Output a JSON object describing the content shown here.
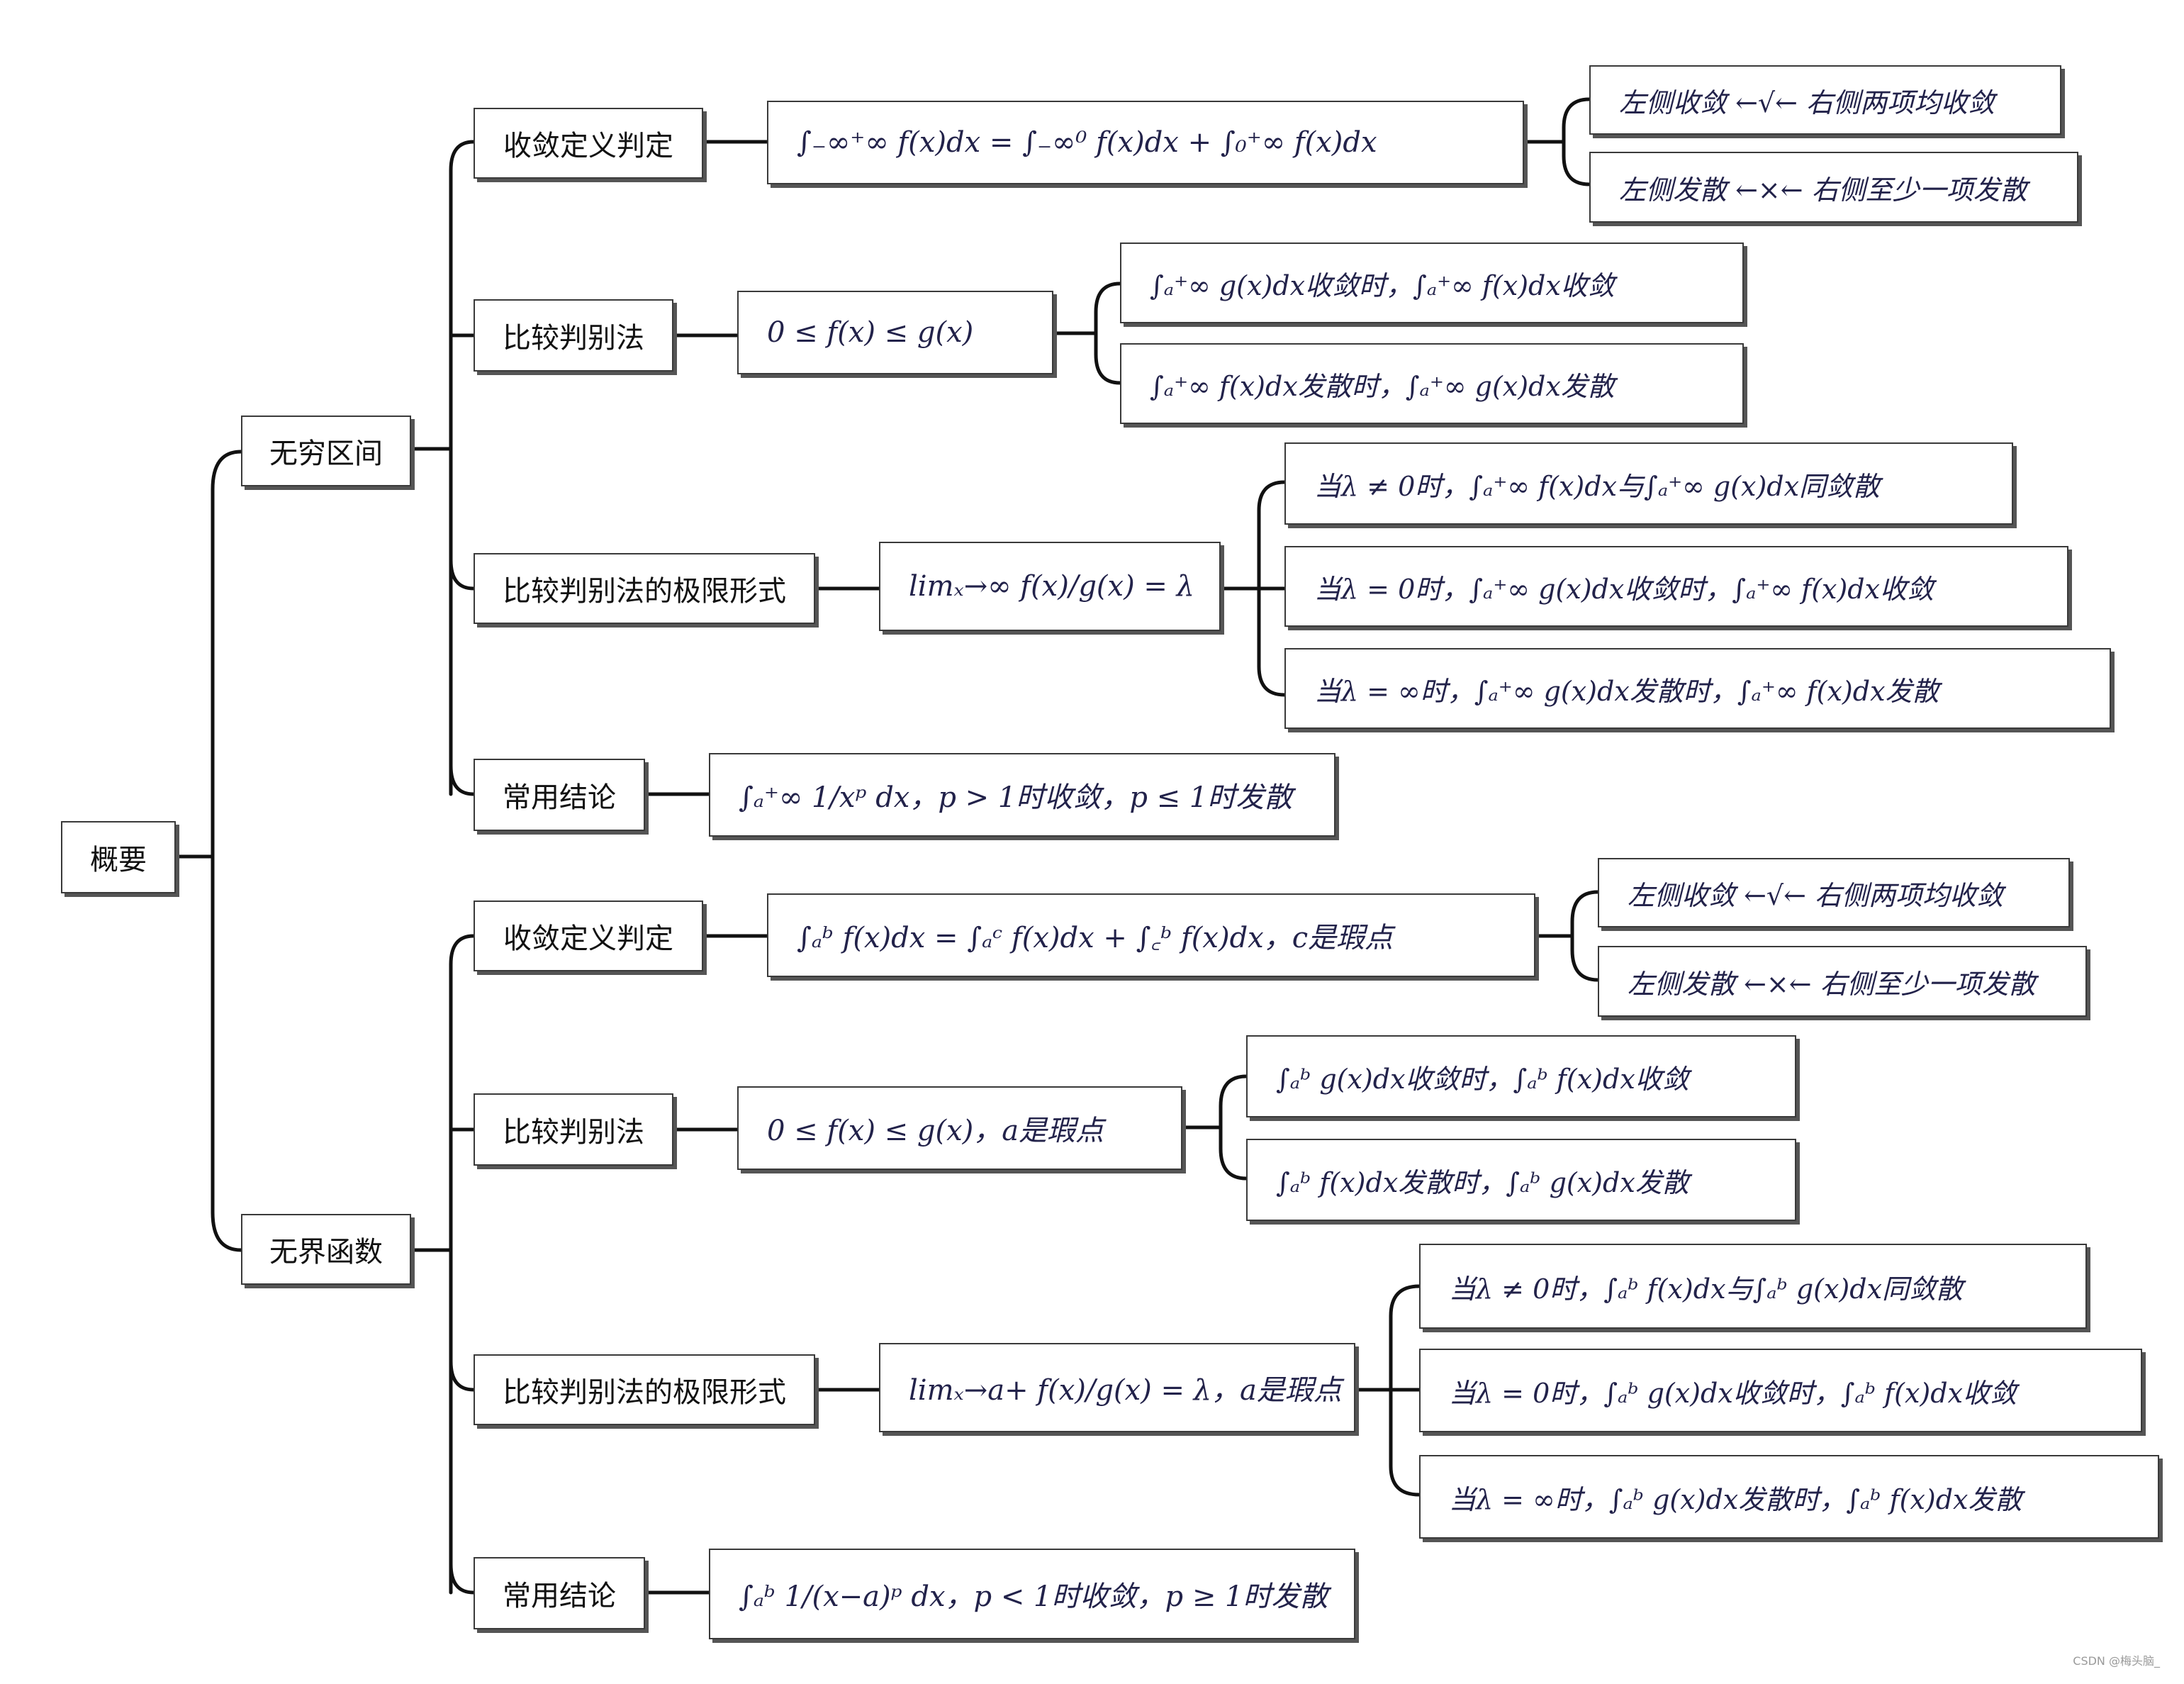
{
  "root": "概要",
  "branches": [
    {
      "label": "无穷区间",
      "items": [
        {
          "label": "收敛定义判定",
          "formula": "∫₋∞⁺∞ f(x)dx = ∫₋∞⁰ f(x)dx + ∫₀⁺∞ f(x)dx",
          "results": [
            "左侧收敛 ←√← 右侧两项均收敛",
            "左侧发散 ←×← 右侧至少一项发散"
          ]
        },
        {
          "label": "比较判别法",
          "formula": "0 ≤ f(x) ≤ g(x)",
          "results": [
            "∫ₐ⁺∞ g(x)dx收敛时，∫ₐ⁺∞ f(x)dx收敛",
            "∫ₐ⁺∞ f(x)dx发散时，∫ₐ⁺∞ g(x)dx发散"
          ]
        },
        {
          "label": "比较判别法的极限形式",
          "formula": "limₓ→∞ f(x)/g(x) = λ",
          "results": [
            "当λ ≠ 0时，∫ₐ⁺∞ f(x)dx与∫ₐ⁺∞ g(x)dx同敛散",
            "当λ = 0时，∫ₐ⁺∞ g(x)dx收敛时，∫ₐ⁺∞ f(x)dx收敛",
            "当λ = ∞时，∫ₐ⁺∞ g(x)dx发散时，∫ₐ⁺∞ f(x)dx发散"
          ]
        },
        {
          "label": "常用结论",
          "formula": "∫ₐ⁺∞ 1/xᵖ dx，p > 1时收敛，p ≤ 1时发散",
          "results": []
        }
      ]
    },
    {
      "label": "无界函数",
      "items": [
        {
          "label": "收敛定义判定",
          "formula": "∫ₐᵇ f(x)dx = ∫ₐᶜ f(x)dx + ∫꜀ᵇ f(x)dx，c是瑕点",
          "results": [
            "左侧收敛 ←√← 右侧两项均收敛",
            "左侧发散 ←×← 右侧至少一项发散"
          ]
        },
        {
          "label": "比较判别法",
          "formula": "0 ≤ f(x) ≤ g(x)，a是瑕点",
          "results": [
            "∫ₐᵇ g(x)dx收敛时，∫ₐᵇ f(x)dx收敛",
            "∫ₐᵇ f(x)dx发散时，∫ₐᵇ g(x)dx发散"
          ]
        },
        {
          "label": "比较判别法的极限形式",
          "formula": "limₓ→a+ f(x)/g(x) = λ，a是瑕点",
          "results": [
            "当λ ≠ 0时，∫ₐᵇ f(x)dx与∫ₐᵇ g(x)dx同敛散",
            "当λ = 0时，∫ₐᵇ g(x)dx收敛时，∫ₐᵇ f(x)dx收敛",
            "当λ = ∞时，∫ₐᵇ g(x)dx发散时，∫ₐᵇ f(x)dx发散"
          ]
        },
        {
          "label": "常用结论",
          "formula": "∫ₐᵇ 1/(x−a)ᵖ dx，p < 1时收敛，p ≥ 1时发散",
          "results": []
        }
      ]
    }
  ],
  "watermark": "CSDN @梅头脑_"
}
